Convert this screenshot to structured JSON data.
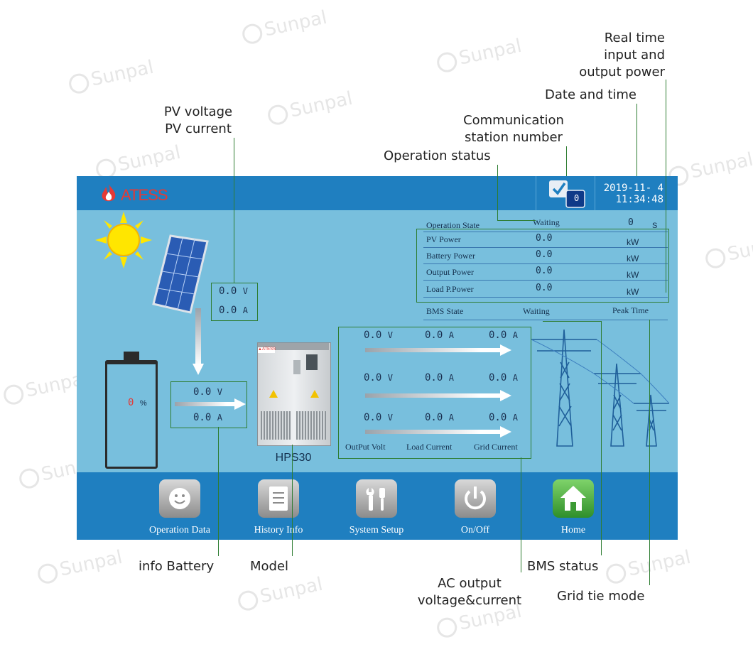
{
  "header": {
    "brand": "ATESS",
    "comm_station_number": "0",
    "date": "2019-11- 4",
    "time": "11:34:48"
  },
  "pv": {
    "voltage": "0.0",
    "voltage_unit": "V",
    "current": "0.0",
    "current_unit": "A"
  },
  "battery": {
    "soc": "0",
    "soc_unit": "%",
    "voltage": "0.0",
    "voltage_unit": "V",
    "current": "0.0",
    "current_unit": "A"
  },
  "model": {
    "name": "HPS30"
  },
  "ac_output": {
    "rows": [
      {
        "volt": "0.0",
        "load_current": "0.0",
        "grid_current": "0.0"
      },
      {
        "volt": "0.0",
        "load_current": "0.0",
        "grid_current": "0.0"
      },
      {
        "volt": "0.0",
        "load_current": "0.0",
        "grid_current": "0.0"
      }
    ],
    "volt_unit": "V",
    "current_unit": "A",
    "labels": {
      "output_volt": "OutPut Volt",
      "load_current": "Load Current",
      "grid_current": "Grid Current"
    }
  },
  "status_table": {
    "operation_state": {
      "label": "Operation State",
      "value": "Waiting",
      "timer": "0",
      "timer_unit": "S"
    },
    "rows": [
      {
        "label": "PV Power",
        "value": "0.0",
        "unit": "kW"
      },
      {
        "label": "Battery Power",
        "value": "0.0",
        "unit": "kW"
      },
      {
        "label": "Output Power",
        "value": "0.0",
        "unit": "kW"
      },
      {
        "label": "Load P.Power",
        "value": "0.0",
        "unit": "kW"
      }
    ],
    "bms": {
      "label": "BMS State",
      "value": "Waiting",
      "mode": "Peak Time"
    }
  },
  "nav": {
    "operation_data": "Operation Data",
    "history_info": "History Info",
    "system_setup": "System Setup",
    "on_off": "On/Off",
    "home": "Home"
  },
  "callouts": {
    "realtime_line1": "Real time",
    "realtime_line2": "input and",
    "realtime_line3": "output power",
    "datetime": "Date and time",
    "comm_line1": "Communication",
    "comm_line2": "station number",
    "operation_status": "Operation status",
    "pv_line1": "PV voltage",
    "pv_line2": "PV current",
    "info_battery": "info Battery",
    "model": "Model",
    "bms_status": "BMS status",
    "ac_line1": "AC output",
    "ac_line2": "voltage&current",
    "grid_tie": "Grid tie mode"
  },
  "watermark": "Sunpal",
  "colors": {
    "screen_bg": "#78bfdd",
    "bar_bg": "#1f7fc0",
    "callout_line": "#2e7d32",
    "soc_value": "#e53935"
  }
}
